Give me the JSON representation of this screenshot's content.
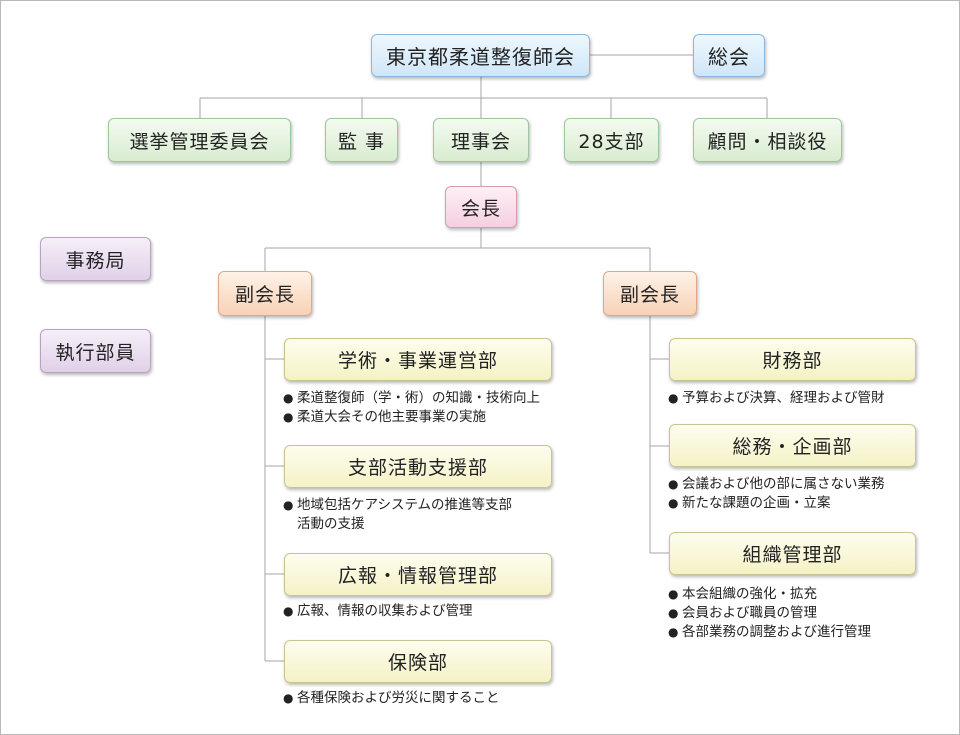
{
  "top": {
    "association": "東京都柔道整復師会",
    "general_assembly": "総会"
  },
  "row2": [
    "選挙管理委員会",
    "監 事",
    "理事会",
    "28支部",
    "顧問・相談役"
  ],
  "president": "会長",
  "side": {
    "secretariat": "事務局",
    "executives": "執行部員"
  },
  "vice_left": "副会長",
  "vice_right": "副会長",
  "bullet_glyph": "●",
  "left_depts": [
    {
      "name": "学術・事業運営部",
      "items": [
        "柔道整復師（学・術）の知識・技術向上",
        "柔道大会その他主要事業の実施"
      ]
    },
    {
      "name": "支部活動支援部",
      "items": [
        "地域包括ケアシステムの推進等支部\n活動の支援"
      ]
    },
    {
      "name": "広報・情報管理部",
      "items": [
        "広報、情報の収集および管理"
      ]
    },
    {
      "name": "保険部",
      "items": [
        "各種保険および労災に関すること"
      ]
    }
  ],
  "right_depts": [
    {
      "name": "財務部",
      "items": [
        "予算および決算、経理および管財"
      ]
    },
    {
      "name": "総務・企画部",
      "items": [
        "会議および他の部に属さない業務",
        "新たな課題の企画・立案"
      ]
    },
    {
      "name": "組織管理部",
      "items": [
        "本会組織の強化・拡充",
        "会員および職員の管理",
        "各部業務の調整および進行管理"
      ]
    }
  ]
}
